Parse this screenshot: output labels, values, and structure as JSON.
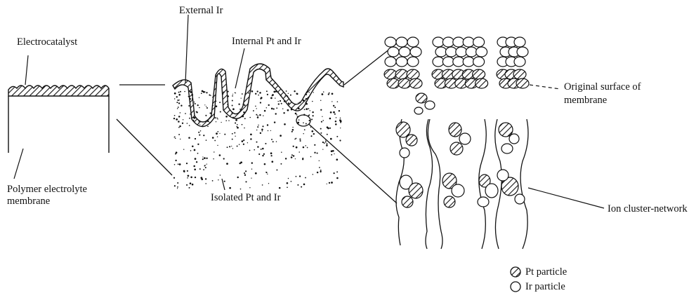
{
  "labels": {
    "electrocatalyst": "Electrocatalyst",
    "polymer_membrane": "Polymer electrolyte\nmembrane",
    "external_ir": "External Ir",
    "internal_pt_ir": "Internal Pt and Ir",
    "isolated_pt_ir": "Isolated Pt and Ir",
    "original_surface": "Original surface of\nmembrane",
    "ion_cluster_network": "Ion cluster-network"
  },
  "legend": {
    "items": [
      {
        "marker": "hatched-circle",
        "label": "Pt particle"
      },
      {
        "marker": "open-circle",
        "label": "Ir particle"
      }
    ]
  },
  "colors": {
    "ink": "#111111",
    "background": "#ffffff"
  }
}
